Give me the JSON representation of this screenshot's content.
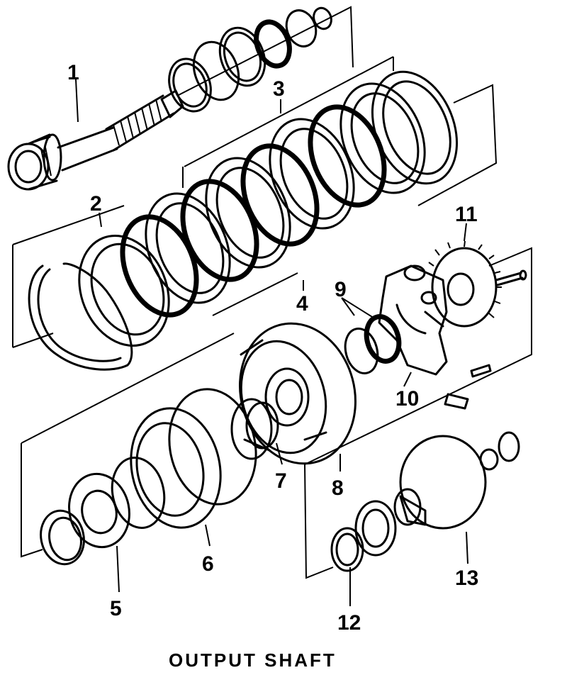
{
  "caption": "OUTPUT SHAFT",
  "callouts": [
    "1",
    "2",
    "3",
    "4",
    "5",
    "6",
    "7",
    "8",
    "9",
    "10",
    "11",
    "12",
    "13"
  ],
  "colors": {
    "ink": "#000000",
    "paper": "#ffffff"
  }
}
